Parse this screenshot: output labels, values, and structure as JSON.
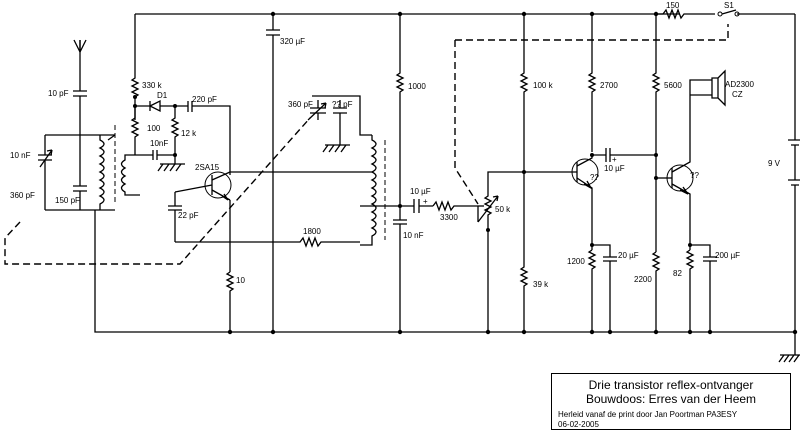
{
  "title": {
    "line1": "Drie transistor reflex-ontvanger",
    "line2": "Bouwdoos: Erres van der Heem",
    "credit": "Herleid vanaf de print door Jan Poortman  PA3ESY",
    "date": "06-02-2005"
  },
  "labels": {
    "c_ant": "10 pF",
    "c_tune_l": "10 nF",
    "c_var1": "360 pF",
    "c_150": "150 pF",
    "r_330k": "330 k",
    "d1": "D1",
    "c_220": "220 pF",
    "r_12k": "12 k",
    "r_100": "100",
    "c_10n": "10nF",
    "q1": "2SA15",
    "c_22": "22 pF",
    "r_10": "10",
    "c_320": "320 µF",
    "c_var2": "360 pF",
    "c_trim": "?? pF",
    "r_1800": "1800",
    "r_1000": "1000",
    "c_10u_a": "10 µF",
    "r_3300": "3300",
    "c_10n_b": "10 nF",
    "pot_50k": "50 k",
    "r_100k": "100 k",
    "r_39k": "39 k",
    "r_2700": "2700",
    "q2": "??",
    "c_10u_b": "10 µF",
    "r_1200": "1200",
    "c_20u": "20 µF",
    "r_150": "150",
    "s1": "S1",
    "r_5600": "5600",
    "spk_l1": "AD2300",
    "spk_l2": "CZ",
    "q3": "??",
    "r_2200": "2200",
    "r_82": "82",
    "c_200u": "200 µF",
    "batt": "9 V"
  }
}
